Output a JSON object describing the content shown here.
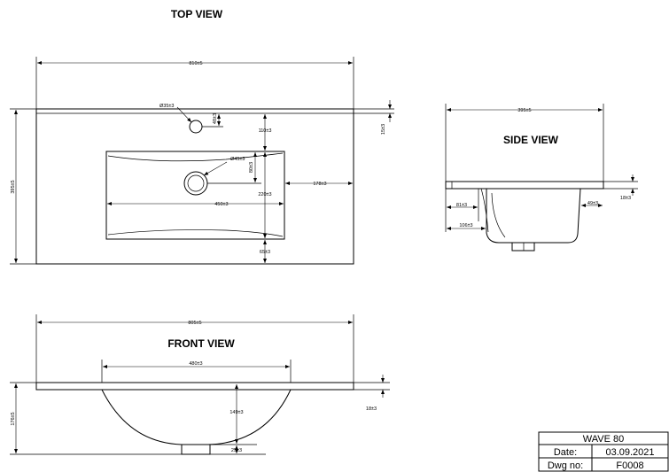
{
  "views": {
    "top": "TOP VIEW",
    "side": "SIDE VIEW",
    "front": "FRONT VIEW"
  },
  "top_dims": {
    "width": "810±5",
    "depth": "395±5",
    "tap_hole": "Ø35±3",
    "tap_offset": "48±3",
    "ledge": "15±3",
    "bowl_to_back": "110±3",
    "waste": "Ø45±3",
    "waste_offset": "80±3",
    "bowl_to_side": "178±3",
    "bowl_depth": "220±3",
    "bowl_width": "450±3",
    "bowl_to_front": "65±3"
  },
  "side_dims": {
    "depth": "395±5",
    "thickness": "18±3",
    "d81": "81±3",
    "d106": "106±3",
    "d49": "49±3"
  },
  "front_dims": {
    "width": "805±5",
    "bowl_width": "480±3",
    "height": "176±5",
    "bowl_height": "149±3",
    "thickness": "18±3",
    "waste_height": "25±3"
  },
  "title_block": {
    "name": "WAVE 80",
    "date_label": "Date:",
    "date_value": "03.09.2021",
    "dwg_label": "Dwg no:",
    "dwg_value": "F0008"
  }
}
